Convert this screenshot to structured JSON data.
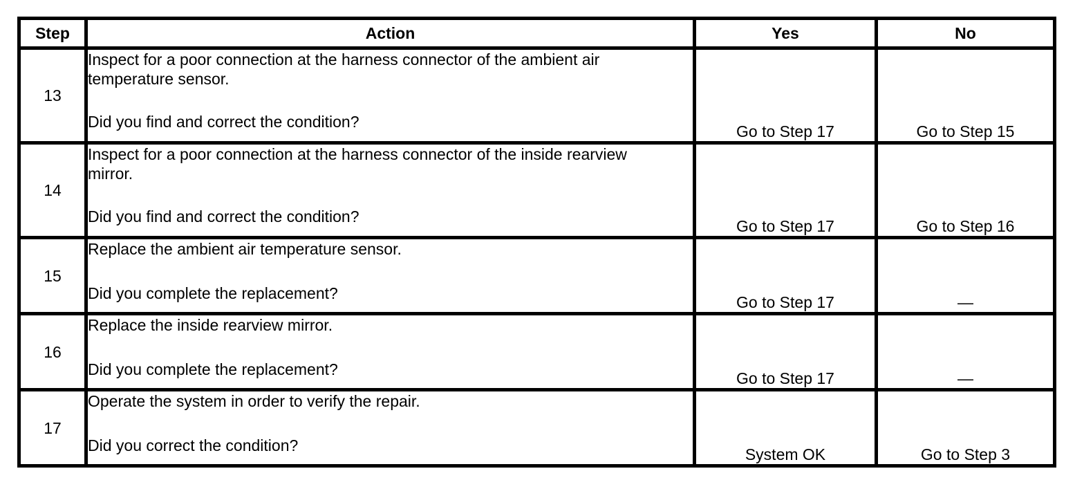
{
  "table": {
    "colors": {
      "border": "#000000",
      "background": "#ffffff",
      "text": "#000000"
    },
    "headers": {
      "step": "Step",
      "action": "Action",
      "yes": "Yes",
      "no": "No"
    },
    "rows": [
      {
        "step": "13",
        "description": "Inspect for a poor connection at the harness connector of the ambient air\ntemperature sensor.",
        "question": "Did you find and correct the condition?",
        "yes": "Go to Step 17",
        "no": "Go to Step 15"
      },
      {
        "step": "14",
        "description": "Inspect for a poor connection at the harness connector of the inside rearview\nmirror.",
        "question": "Did you find and correct the condition?",
        "yes": "Go to Step 17",
        "no": "Go to Step 16"
      },
      {
        "step": "15",
        "description": "Replace the ambient air temperature sensor.",
        "question": "Did you complete the replacement?",
        "yes": "Go to Step 17",
        "no": "—"
      },
      {
        "step": "16",
        "description": "Replace the inside rearview mirror.",
        "question": "Did you complete the replacement?",
        "yes": "Go to Step 17",
        "no": "—"
      },
      {
        "step": "17",
        "description": "Operate the system in order to verify the repair.",
        "question": "Did you correct the condition?",
        "yes": "System OK",
        "no": "Go to Step 3"
      }
    ]
  }
}
